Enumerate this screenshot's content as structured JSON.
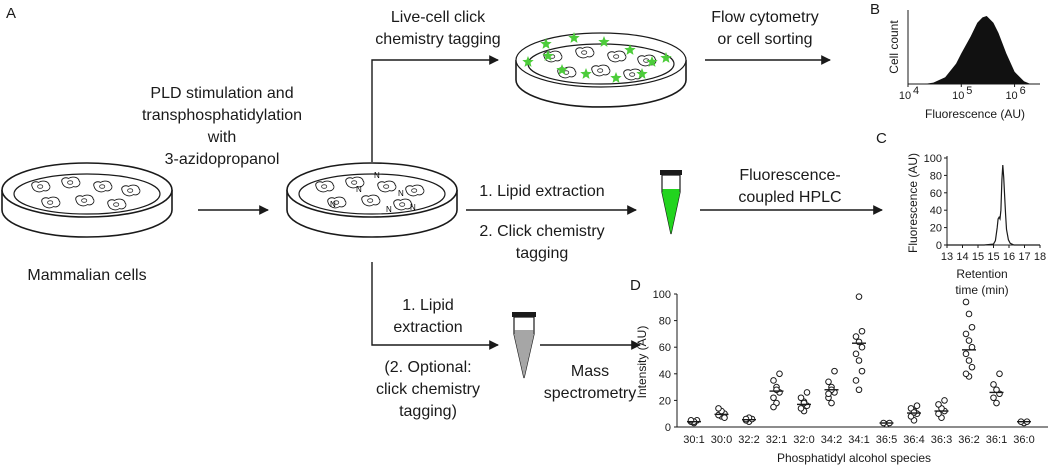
{
  "panels": {
    "a": "A",
    "b": "B",
    "c": "C",
    "d": "D"
  },
  "labels": {
    "pld": [
      "PLD stimulation and",
      "transphosphatidylation",
      "with",
      "3-azidopropanol"
    ],
    "mammalian_cells": "Mammalian cells",
    "live_cell": [
      "Live-cell click",
      "chemistry tagging"
    ],
    "flow": [
      "Flow cytometry",
      "or cell sorting"
    ],
    "lipid_click": [
      "1. Lipid extraction",
      "2. Click chemistry",
      "tagging"
    ],
    "hplc": [
      "Fluorescence-",
      "coupled HPLC"
    ],
    "lipid_opt": [
      "1. Lipid",
      "extraction",
      "(2. Optional:",
      "click chemistry",
      "tagging)"
    ],
    "mass": [
      "Mass",
      "spectrometry"
    ],
    "azide": "N"
  },
  "colors": {
    "star": "#4ccc3a",
    "tube_fill": "#22d41e",
    "tube_gray": "#a6a6a6",
    "ink": "#1a1a1a"
  },
  "chart_data": [
    {
      "panel": "B",
      "type": "area",
      "xlabel": "Fluorescence (AU)",
      "ylabel": "Cell count",
      "x_scale": "log",
      "xlim": [
        10000,
        3000000
      ],
      "x_ticks": [
        {
          "base": "10",
          "exp": "4"
        },
        {
          "base": "10",
          "exp": "5"
        },
        {
          "base": "10",
          "exp": "6"
        }
      ],
      "x": [
        20000,
        30000,
        50000,
        80000,
        100000,
        150000,
        200000,
        250000,
        300000,
        400000,
        500000,
        700000,
        1000000,
        1500000,
        2000000
      ],
      "values": [
        0,
        0.02,
        0.1,
        0.3,
        0.45,
        0.7,
        0.9,
        0.98,
        1.0,
        0.9,
        0.75,
        0.45,
        0.18,
        0.04,
        0
      ]
    },
    {
      "panel": "C",
      "type": "line",
      "xlabel": [
        "Retention",
        "time (min)"
      ],
      "ylabel": "Fluorescence (AU)",
      "xlim": [
        13,
        18
      ],
      "ylim": [
        0,
        100
      ],
      "x_ticks": [
        "13",
        "14",
        "15",
        "15",
        "16",
        "17",
        "18"
      ],
      "y_ticks": [
        "0",
        "20",
        "40",
        "60",
        "80",
        "100"
      ],
      "x": [
        13,
        14,
        15,
        15.5,
        15.6,
        15.7,
        15.75,
        15.8,
        15.85,
        15.9,
        15.95,
        16,
        16.05,
        16.1,
        16.15,
        16.2,
        16.3,
        16.4,
        16.6,
        17,
        18
      ],
      "y": [
        0,
        0,
        0,
        1,
        5,
        20,
        30,
        32,
        30,
        40,
        75,
        92,
        78,
        55,
        35,
        18,
        6,
        2,
        0,
        0,
        0
      ]
    },
    {
      "panel": "D",
      "type": "scatter",
      "xlabel": "Phosphatidyl alcohol species",
      "ylabel": "Intensity (AU)",
      "ylim": [
        0,
        100
      ],
      "y_ticks": [
        "0",
        "20",
        "40",
        "60",
        "80",
        "100"
      ],
      "categories": [
        "30:1",
        "30:0",
        "32:2",
        "32:1",
        "32:0",
        "34:2",
        "34:1",
        "36:5",
        "36:4",
        "36:3",
        "36:2",
        "36:1",
        "36:0"
      ],
      "points": [
        [
          3,
          4,
          5,
          4,
          5
        ],
        [
          8,
          9,
          10,
          12,
          14,
          7
        ],
        [
          4,
          5,
          6,
          7,
          6
        ],
        [
          18,
          22,
          26,
          30,
          35,
          40,
          28,
          15
        ],
        [
          12,
          14,
          16,
          19,
          22,
          26,
          18
        ],
        [
          18,
          22,
          26,
          30,
          34,
          42,
          28,
          25
        ],
        [
          28,
          35,
          42,
          50,
          55,
          60,
          64,
          68,
          72,
          98
        ],
        [
          2,
          3,
          3
        ],
        [
          5,
          8,
          10,
          12,
          14,
          16,
          11
        ],
        [
          7,
          10,
          12,
          14,
          17,
          20
        ],
        [
          38,
          40,
          45,
          50,
          55,
          60,
          65,
          70,
          75,
          85,
          94
        ],
        [
          18,
          22,
          25,
          28,
          32,
          40
        ],
        [
          3,
          4,
          4
        ]
      ],
      "medians": [
        4,
        9.5,
        5.5,
        27,
        17,
        28,
        63,
        3,
        10.5,
        12,
        58,
        26,
        4
      ]
    }
  ]
}
